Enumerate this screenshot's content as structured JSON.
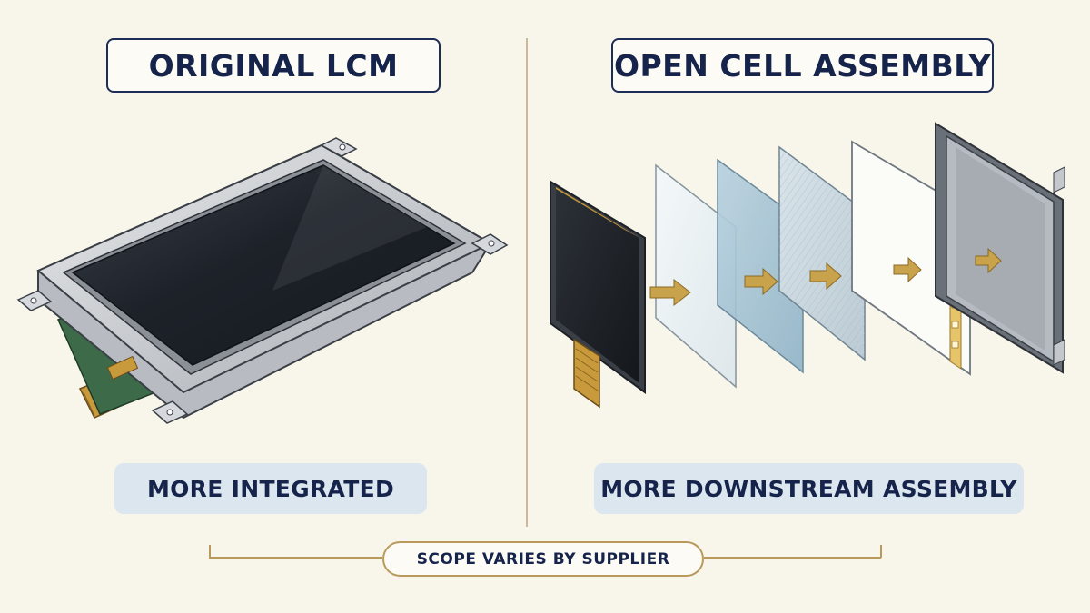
{
  "left_panel": {
    "title": "ORIGINAL LCM",
    "label": "MORE INTEGRATED"
  },
  "right_panel": {
    "title": "OPEN CELL ASSEMBLY",
    "label": "MORE DOWNSTREAM ASSEMBLY"
  },
  "footnote": "SCOPE VARIES BY SUPPLIER",
  "colors": {
    "navy": "#16244b",
    "gold": "#b99a5c",
    "arrow": "#c9a24c",
    "pill": "#dbe6ee",
    "background": "#f8f5ea"
  },
  "icons": [
    "lcm-module-illustration",
    "lcd-panel-illustration",
    "arrow-right-icon"
  ]
}
